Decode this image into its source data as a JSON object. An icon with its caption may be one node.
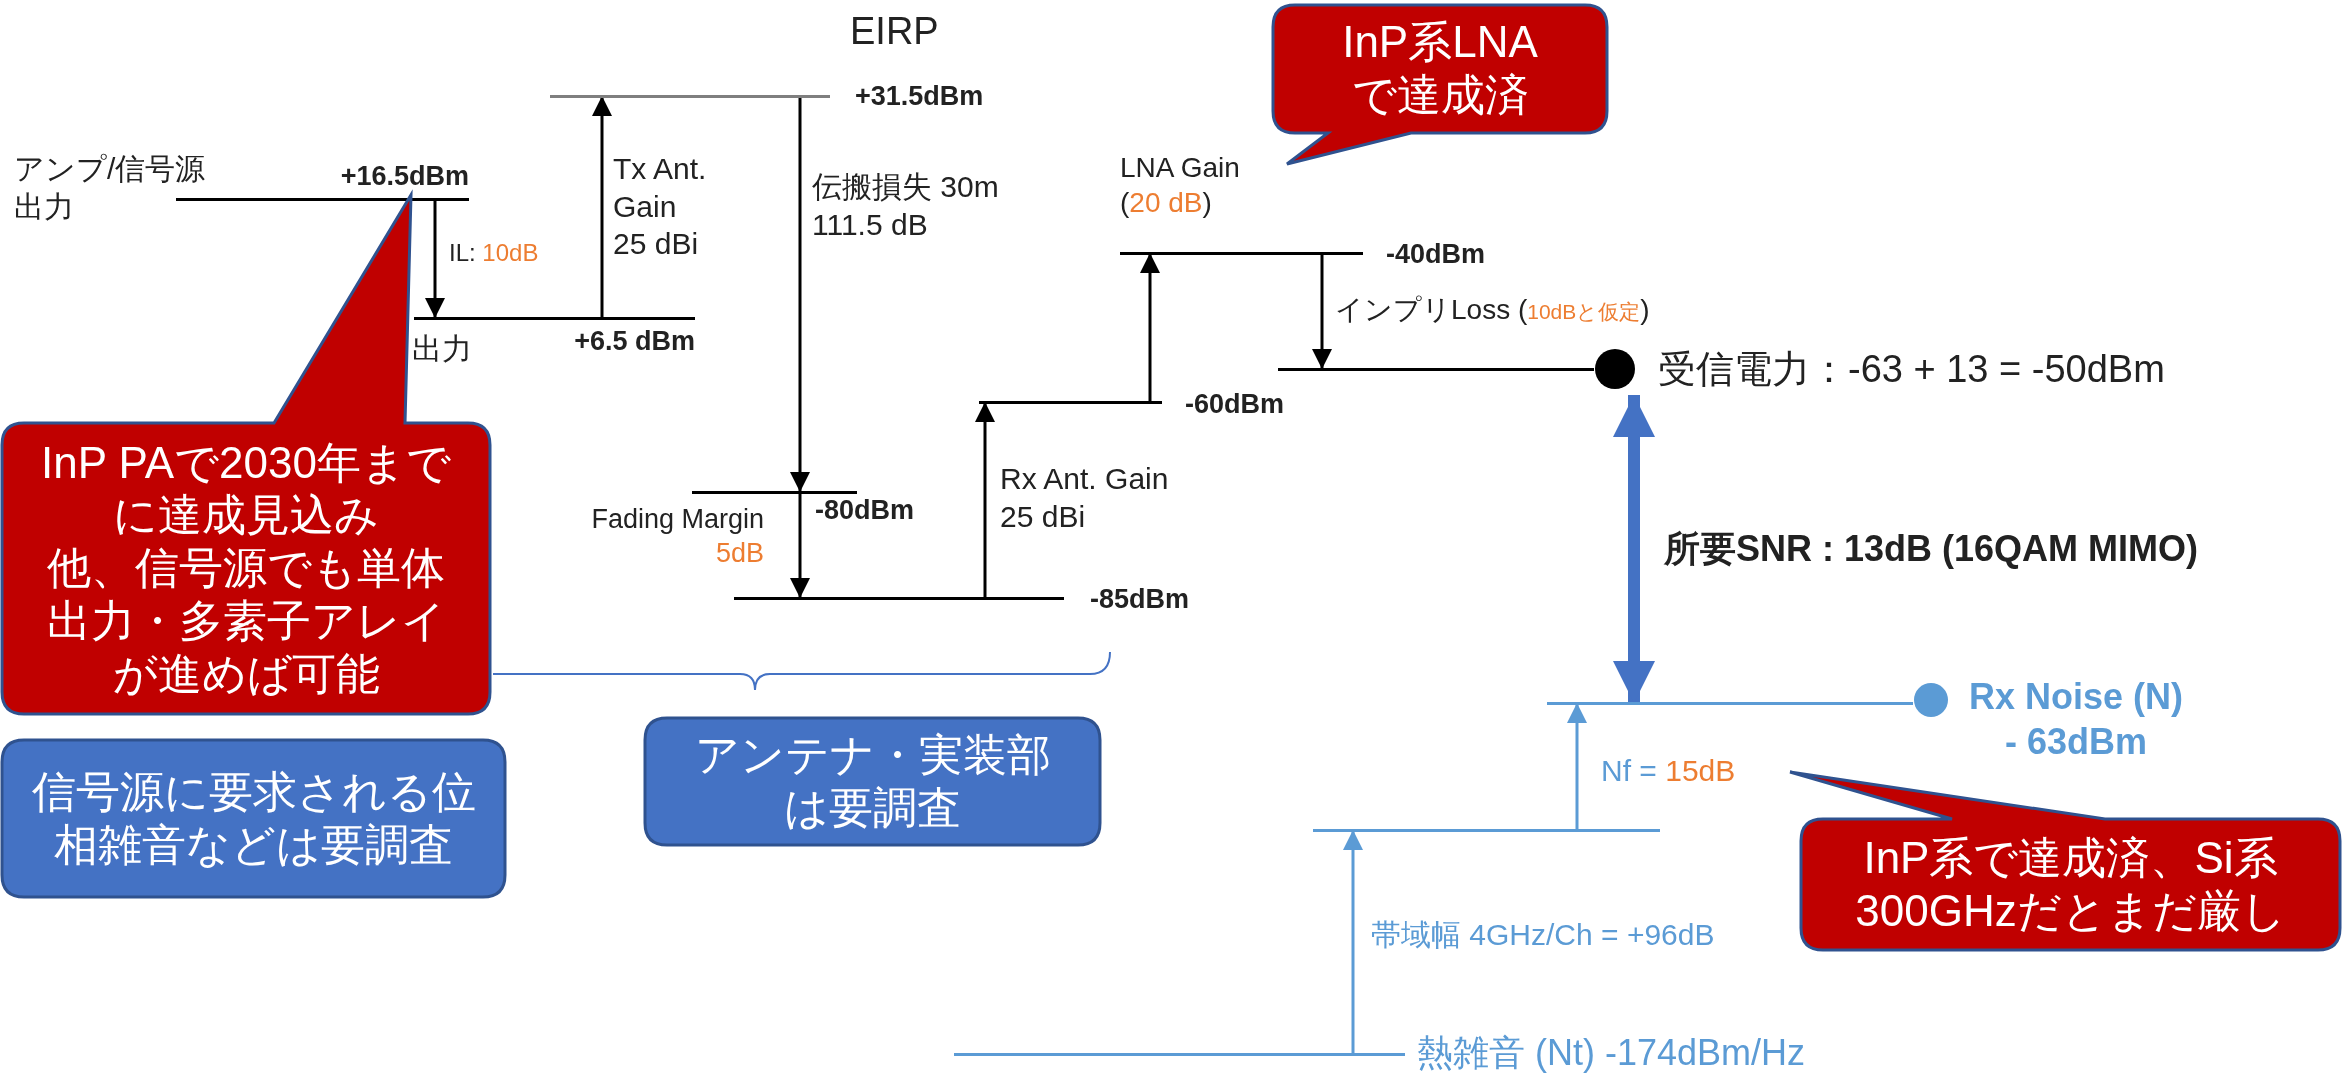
{
  "diagram": {
    "nodes": [
      {
        "text": [],
        "shape": "line",
        "beside": [
          "アンプ/信号源出力",
          "+16.5dBm"
        ]
      },
      {
        "text": [],
        "shape": "line",
        "beside": [
          "出力",
          "+6.5 dBm"
        ]
      },
      {
        "text": [],
        "shape": "line",
        "beside": [
          "EIRP",
          "+31.5dBm"
        ]
      },
      {
        "text": [],
        "shape": "line",
        "beside": [
          "-80dBm"
        ]
      },
      {
        "text": [],
        "shape": "line",
        "beside": [
          "-85dBm"
        ]
      },
      {
        "text": [],
        "shape": "line",
        "beside": [
          "-60dBm"
        ]
      },
      {
        "text": [],
        "shape": "line",
        "beside": [
          "-40dBm"
        ]
      },
      {
        "text": [],
        "shape": "line",
        "beside": [
          "受信電力：-63 + 13 = -50dBm"
        ]
      },
      {
        "text": [],
        "shape": "line"
      },
      {
        "text": [],
        "shape": "line"
      },
      {
        "text": [],
        "shape": "line",
        "beside": [
          "熱雑音 (Nt) -174dBm/Hz"
        ]
      },
      {
        "text": [
          "InP系LNAで達成済"
        ]
      },
      {
        "text": [
          "InP PAで2030年までに達成見込み",
          "他、信号源でも単体出力・多素子アレイが進めば可能"
        ]
      },
      {
        "text": [
          "信号源に要求される位相雑音などは要調査"
        ]
      },
      {
        "text": [
          "アンテナ・実装部は要調査"
        ]
      },
      {
        "text": [
          "InP系で達成済、Si系300GHzだとまだ厳し"
        ]
      }
    ],
    "edges": [
      {
        "from": 0,
        "to": 1,
        "arrow": "to",
        "label": "IL: *10dB*"
      },
      {
        "from": 1,
        "to": 2,
        "arrow": "to",
        "label": "Tx Ant. Gain 25 dBi"
      },
      {
        "from": 2,
        "to": 3,
        "arrow": "to",
        "label": "伝搬損失 30m 111.5 dB"
      },
      {
        "from": 3,
        "to": 4,
        "arrow": "to",
        "label": "Fading Margin *5dB*"
      },
      {
        "from": 4,
        "to": 5,
        "arrow": "to",
        "label": "Rx Ant. Gain 25 dBi"
      },
      {
        "from": 5,
        "to": 6,
        "arrow": "to",
        "label": "LNA Gain (*20 dB*)"
      },
      {
        "from": 6,
        "to": 7,
        "arrow": "to",
        "label": "インプリLoss (*10dBと仮定*)"
      },
      {
        "from": 7,
        "to": 8,
        "arrow": "both",
        "label": "所要SNR : 13dB (16QAM MIMO)",
        "style": "thick",
        "color": "#4472c4"
      },
      {
        "from": 9,
        "to": 8,
        "arrow": "to",
        "label": "Nf = *15dB*",
        "color": "#5b9bd5"
      },
      {
        "from": 10,
        "to": 9,
        "arrow": "to",
        "label": "帯域幅 4GHz/Ch = +96dB",
        "color": "#5b9bd5"
      }
    ],
    "labels": [
      "Rx Noise (N) - 63dBm"
    ]
  }
}
